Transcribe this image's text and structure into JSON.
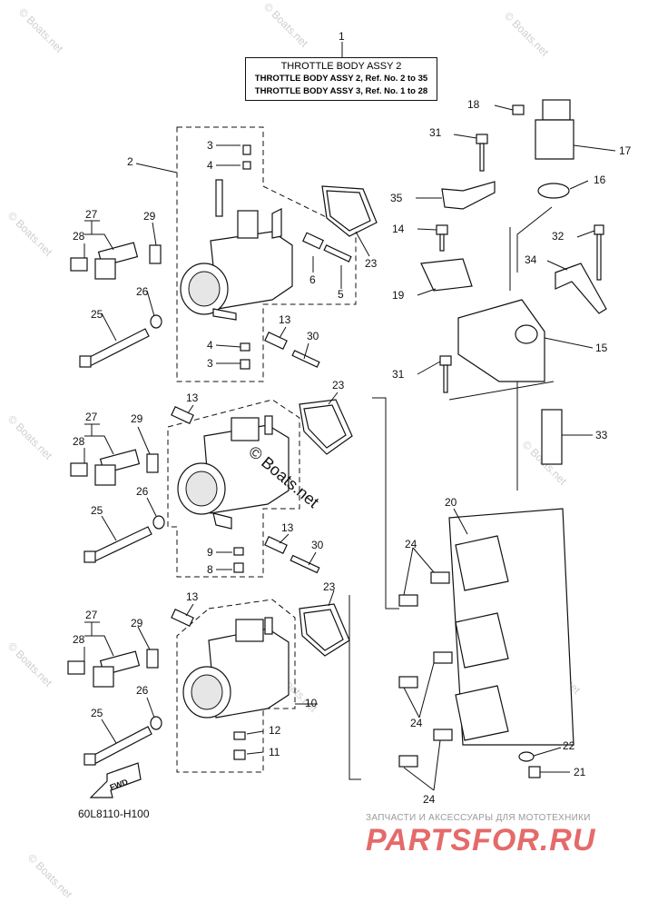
{
  "title_box": {
    "line1": "THROTTLE BODY ASSY 2",
    "line2": "THROTTLE BODY ASSY 2,  Ref. No. 2 to 35",
    "line3": "THROTTLE BODY ASSY 3,  Ref. No. 1 to 28"
  },
  "diagram_code": "60L8110-H100",
  "fwd_label": "FWD",
  "watermark": "© Boats.net",
  "center_watermark": "© Boats.net",
  "shop": {
    "caption": "ЗАПЧАСТИ И АКСЕССУАРЫ ДЛЯ МОТОТЕХНИКИ",
    "logo": "PARTSFOR.RU"
  },
  "callouts": [
    {
      "id": "c1",
      "text": "1"
    },
    {
      "id": "c2",
      "text": "2"
    },
    {
      "id": "c3a",
      "text": "3"
    },
    {
      "id": "c4a",
      "text": "4"
    },
    {
      "id": "c27a",
      "text": "27"
    },
    {
      "id": "c28a",
      "text": "28"
    },
    {
      "id": "c29a",
      "text": "29"
    },
    {
      "id": "c26a",
      "text": "26"
    },
    {
      "id": "c25a",
      "text": "25"
    },
    {
      "id": "c6",
      "text": "6"
    },
    {
      "id": "c5",
      "text": "5"
    },
    {
      "id": "c23a",
      "text": "23"
    },
    {
      "id": "c13a",
      "text": "13"
    },
    {
      "id": "c30a",
      "text": "30"
    },
    {
      "id": "c4b",
      "text": "4"
    },
    {
      "id": "c3b",
      "text": "3"
    },
    {
      "id": "c13b",
      "text": "13"
    },
    {
      "id": "c23b",
      "text": "23"
    },
    {
      "id": "c27b",
      "text": "27"
    },
    {
      "id": "c28b",
      "text": "28"
    },
    {
      "id": "c29b",
      "text": "29"
    },
    {
      "id": "c26b",
      "text": "26"
    },
    {
      "id": "c25b",
      "text": "25"
    },
    {
      "id": "c13c",
      "text": "13"
    },
    {
      "id": "c30b",
      "text": "30"
    },
    {
      "id": "c9",
      "text": "9"
    },
    {
      "id": "c8",
      "text": "8"
    },
    {
      "id": "c13d",
      "text": "13"
    },
    {
      "id": "c23c",
      "text": "23"
    },
    {
      "id": "c27c",
      "text": "27"
    },
    {
      "id": "c28c",
      "text": "28"
    },
    {
      "id": "c29c",
      "text": "29"
    },
    {
      "id": "c26c",
      "text": "26"
    },
    {
      "id": "c25c",
      "text": "25"
    },
    {
      "id": "c10",
      "text": "10"
    },
    {
      "id": "c12",
      "text": "12"
    },
    {
      "id": "c11",
      "text": "11"
    },
    {
      "id": "c18",
      "text": "18"
    },
    {
      "id": "c17",
      "text": "17"
    },
    {
      "id": "c16",
      "text": "16"
    },
    {
      "id": "c31a",
      "text": "31"
    },
    {
      "id": "c35",
      "text": "35"
    },
    {
      "id": "c14",
      "text": "14"
    },
    {
      "id": "c32",
      "text": "32"
    },
    {
      "id": "c34",
      "text": "34"
    },
    {
      "id": "c19",
      "text": "19"
    },
    {
      "id": "c15",
      "text": "15"
    },
    {
      "id": "c31b",
      "text": "31"
    },
    {
      "id": "c33",
      "text": "33"
    },
    {
      "id": "c20",
      "text": "20"
    },
    {
      "id": "c24a",
      "text": "24"
    },
    {
      "id": "c24b",
      "text": "24"
    },
    {
      "id": "c22",
      "text": "22"
    },
    {
      "id": "c21",
      "text": "21"
    },
    {
      "id": "c24c",
      "text": "24"
    }
  ]
}
